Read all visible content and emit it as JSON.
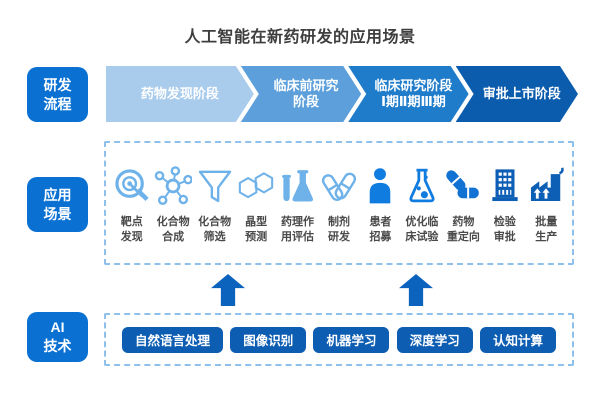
{
  "title": "人工智能在新药研发的应用场景",
  "palette": {
    "badge": "#0a71d3",
    "up_arrow": "#0c63bd",
    "tech_button": "#0d5db2",
    "dashed_border": "#8fc0ec",
    "title_color": "#3e3e3e"
  },
  "rows": {
    "process": {
      "badge": "研发\n流程",
      "stages": [
        {
          "label": "药物发现阶段",
          "color": "#a9cbec"
        },
        {
          "label": "临床前研究\n阶段",
          "color": "#5c9fda"
        },
        {
          "label": "临床研究阶段\nⅠ期Ⅱ期Ⅲ期",
          "color": "#1f7ccb"
        },
        {
          "label": "审批上市阶段",
          "color": "#0c5cad"
        }
      ]
    },
    "scenarios": {
      "badge": "应用\n场景",
      "items": [
        {
          "icon": "target-icon",
          "label": "靶点\n发现",
          "color": "#6eb2e9"
        },
        {
          "icon": "molecule-icon",
          "label": "化合物\n合成",
          "color": "#6eb2e9"
        },
        {
          "icon": "funnel-icon",
          "label": "化合物\n筛选",
          "color": "#6eb2e9"
        },
        {
          "icon": "crystal-icon",
          "label": "晶型\n预测",
          "color": "#6eb2e9"
        },
        {
          "icon": "flask-tube-icon",
          "label": "药理作\n用评估",
          "color": "#6eb2e9"
        },
        {
          "icon": "capsule-outline-icon",
          "label": "制剂\n研发",
          "color": "#6eb2e9"
        },
        {
          "icon": "patient-icon",
          "label": "患者\n招募",
          "color": "#117ce0"
        },
        {
          "icon": "trial-flask-icon",
          "label": "优化临\n床试验",
          "color": "#117ce0"
        },
        {
          "icon": "pills-icon",
          "label": "药物\n重定向",
          "color": "#1172d4"
        },
        {
          "icon": "building-icon",
          "label": "检验\n审批",
          "color": "#0d5fb6"
        },
        {
          "icon": "factory-icon",
          "label": "批量\n生产",
          "color": "#0d5fb6"
        }
      ]
    },
    "ai": {
      "badge": "AI\n技术",
      "techs": [
        "自然语言处理",
        "图像识别",
        "机器学习",
        "深度学习",
        "认知计算"
      ]
    }
  }
}
